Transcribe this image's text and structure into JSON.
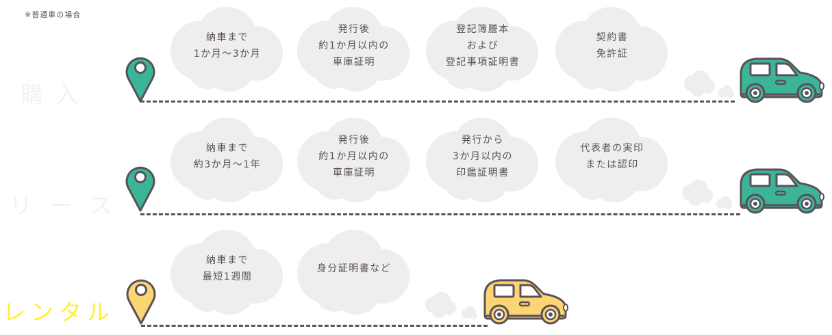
{
  "note": "※普通車の場合",
  "colors": {
    "green": "#3bb598",
    "yellow": "#fbd473",
    "outline": "#5b5058",
    "cloud": "#eeeeee",
    "label_faded": "#f2f2f2",
    "label_highlight": "#fff033"
  },
  "rows": [
    {
      "label": "購入",
      "state": "faded",
      "clouds": [
        {
          "text": "納車まで\n1か月～3か月"
        },
        {
          "text": "発行後\n約1か月以内の\n車庫証明"
        },
        {
          "text": "登記簿謄本\nおよび\n登記事項証明書"
        },
        {
          "text": "契約書\n免許証"
        }
      ],
      "car_color": "green"
    },
    {
      "label": "リース",
      "state": "faded",
      "clouds": [
        {
          "text": "納車まで\n約3か月～1年"
        },
        {
          "text": "発行後\n約1か月以内の\n車庫証明"
        },
        {
          "text": "発行から\n3か月以内の\n印鑑証明書"
        },
        {
          "text": "代表者の実印\nまたは認印"
        }
      ],
      "car_color": "green"
    },
    {
      "label": "レンタル",
      "state": "highlight",
      "clouds": [
        {
          "text": "納車まで\n最短1週間"
        },
        {
          "text": "身分証明書など"
        }
      ],
      "car_color": "yellow"
    }
  ]
}
